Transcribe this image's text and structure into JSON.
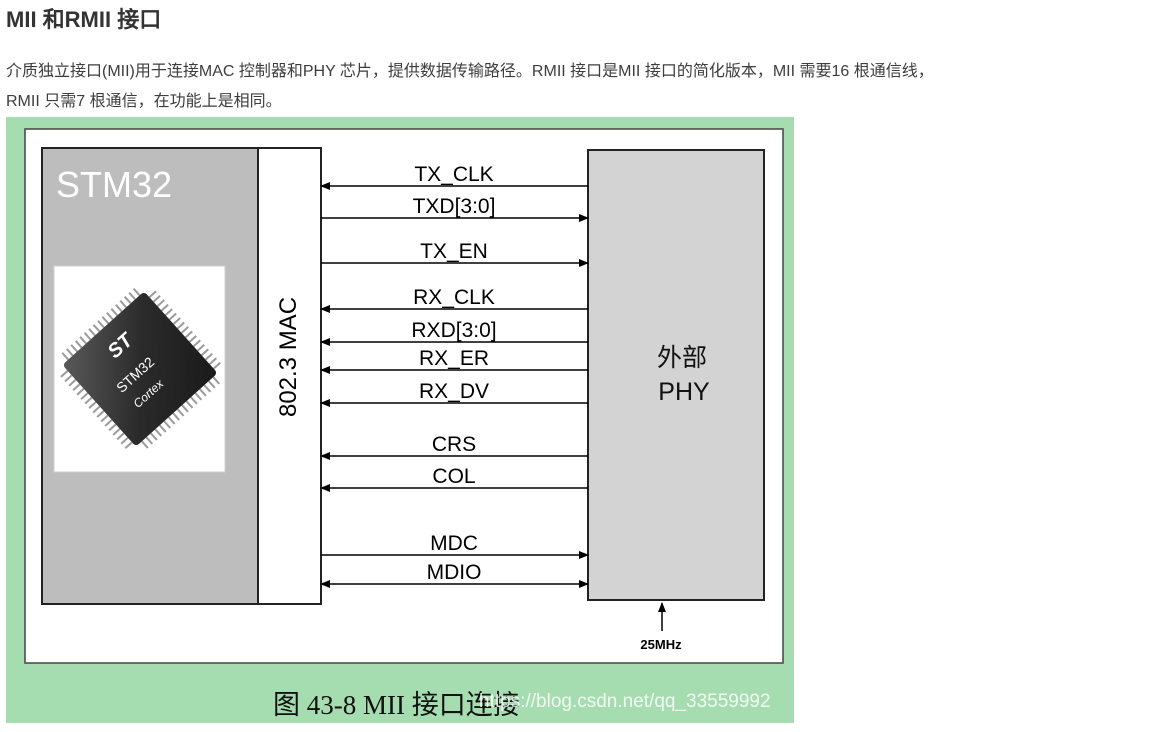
{
  "article": {
    "heading": "MII 和RMII 接口",
    "paragraph_line1": "介质独立接口(MII)用于连接MAC 控制器和PHY 芯片，提供数据传输路径。RMII 接口是MII 接口的简化版本，MII 需要16 根通信线，",
    "paragraph_line2": "RMII 只需7 根通信，在功能上是相同。"
  },
  "figure": {
    "stm32_label": "STM32",
    "chip_photo": {
      "logo": "ST",
      "line1": "STM32",
      "line2": "Cortex"
    },
    "mac_label": "802.3 MAC",
    "phy_label_line1": "外部",
    "phy_label_line2": "PHY",
    "clock_label": "25MHz",
    "caption": "图 43-8 MII 接口连接",
    "watermark": "https://blog.csdn.net/qq_33559992",
    "signals": [
      {
        "label": "TX_CLK",
        "direction": "to-mac"
      },
      {
        "label": "TXD[3:0]",
        "direction": "to-phy"
      },
      {
        "label": "TX_EN",
        "direction": "to-phy"
      },
      {
        "label": "RX_CLK",
        "direction": "to-mac"
      },
      {
        "label": "RXD[3:0]",
        "direction": "to-mac"
      },
      {
        "label": "RX_ER",
        "direction": "to-mac"
      },
      {
        "label": "RX_DV",
        "direction": "to-mac"
      },
      {
        "label": "CRS",
        "direction": "to-mac"
      },
      {
        "label": "COL",
        "direction": "to-mac"
      },
      {
        "label": "MDC",
        "direction": "to-phy"
      },
      {
        "label": "MDIO",
        "direction": "bidirectional"
      }
    ]
  }
}
